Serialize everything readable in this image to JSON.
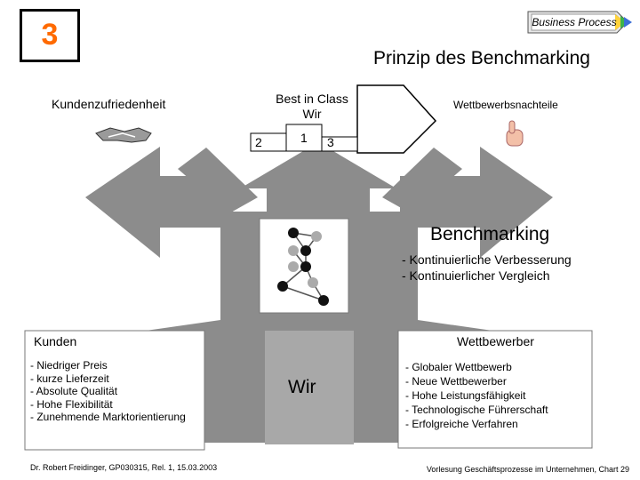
{
  "header": {
    "slide_number": "3",
    "badge_label": "Business Process",
    "title": "Prinzip des Benchmarking"
  },
  "top": {
    "left_label": "Kundenzufriedenheit",
    "center_label_line1": "Best in Class",
    "center_label_line2": "Wir",
    "rank_2": "2",
    "rank_1": "1",
    "rank_3": "3",
    "right_label": "Wettbewerbsnachteile"
  },
  "center": {
    "heading": "Benchmarking",
    "bullet_1": "- Kontinuierliche Verbesserung",
    "bullet_2": "- Kontinuierlicher Vergleich",
    "base_label": "Wir"
  },
  "kunden": {
    "heading": "Kunden",
    "items": [
      "- Niedriger Preis",
      "- kurze Lieferzeit",
      "- Absolute Qualität",
      "- Hohe Flexibilität",
      "- Zunehmende Marktorientierung"
    ]
  },
  "wettbewerber": {
    "heading": "Wettbewerber",
    "items": [
      "- Globaler Wettbewerb",
      "- Neue Wettbewerber",
      "- Hohe Leistungsfähigkeit",
      "- Technologische Führerschaft",
      "- Erfolgreiche Verfahren"
    ]
  },
  "footer": {
    "left": "Dr. Robert Freidinger, GP030315, Rel. 1, 15.03.2003",
    "right": "Vorlesung Geschäftsprozesse im Unternehmen, Chart 29"
  },
  "colors": {
    "accent_orange": "#ff6a00",
    "arrow_gray": "#8c8c8c",
    "arrow_light": "#c8c8c8"
  }
}
